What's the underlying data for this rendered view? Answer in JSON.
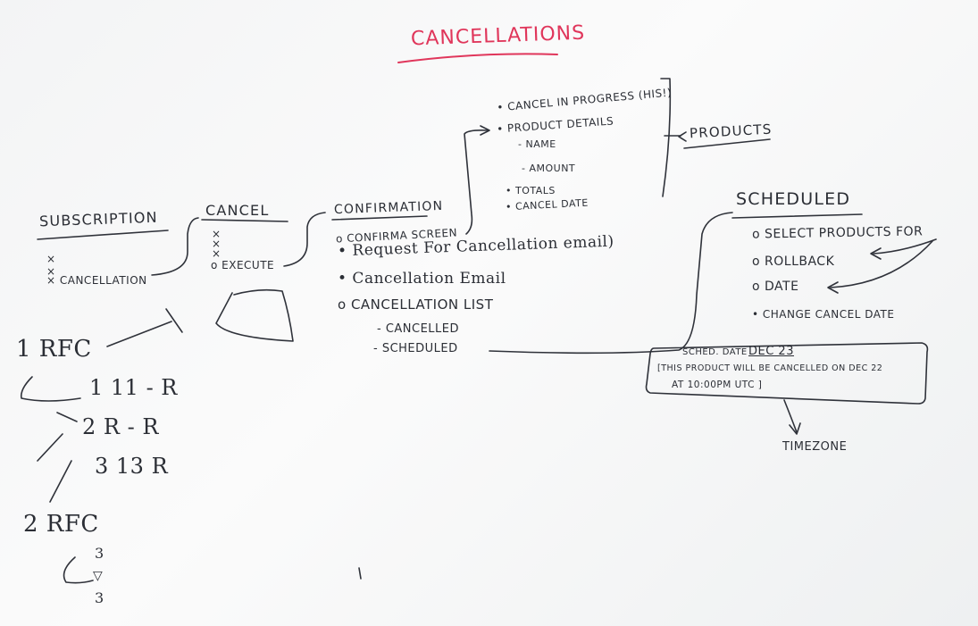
{
  "title": "CANCELLATIONS",
  "subscription": {
    "heading": "SUBSCRIPTION",
    "items": [
      "×",
      "×",
      "× CANCELLATION"
    ]
  },
  "cancel": {
    "heading": "CANCEL",
    "items": [
      "×",
      "×",
      "×",
      "o EXECUTE"
    ]
  },
  "confirmation": {
    "heading": "CONFIRMATION",
    "items": [
      "o CONFIRMA SCREEN",
      "• Request For Cancellation email)",
      "• Cancellation Email",
      "o CANCELLATION LIST"
    ],
    "sub_items": [
      "- CANCELLED",
      "- SCHEDULED"
    ]
  },
  "products_box": {
    "items": [
      "• CANCEL IN PROGRESS (HIS!)",
      "• PRODUCT DETAILS",
      "- NAME",
      "- AMOUNT",
      "• TOTALS",
      "• CANCEL DATE"
    ],
    "label": "PRODUCTS"
  },
  "scheduled": {
    "heading": "SCHEDULED",
    "items": [
      "o SELECT PRODUCTS FOR",
      "o ROLLBACK",
      "o DATE",
      "• CHANGE CANCEL DATE"
    ]
  },
  "sched_box": {
    "date_label": "SCHED. DATE",
    "date_value": "DEC 23",
    "note_line1": "[THIS PRODUCT WILL BE CANCELLED ON DEC 22",
    "note_line2": "AT 10:00PM UTC ]"
  },
  "timezone": "TIMEZONE",
  "rfc_notes": {
    "rfc1": "1 RFC",
    "rows": [
      "1  11 - R",
      "2  R - R",
      "3  13  R"
    ],
    "rfc2": "2 RFC",
    "stack": [
      "3",
      "▽",
      "3"
    ]
  }
}
